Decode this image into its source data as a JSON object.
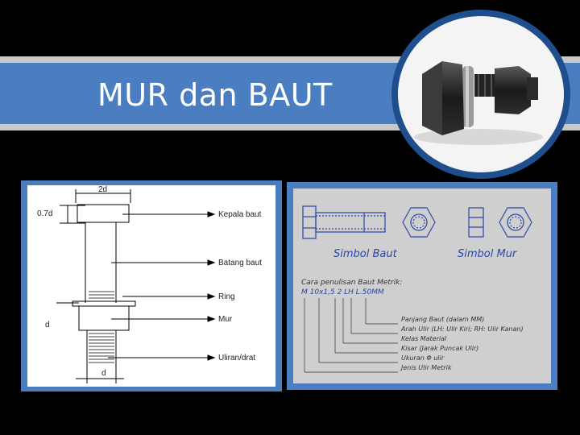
{
  "slide": {
    "title": "MUR dan BAUT"
  },
  "left_diagram": {
    "dims": {
      "top": "2d",
      "head_height": "0.7d",
      "diameter_left": "d",
      "diameter_bottom": "d"
    },
    "labels": [
      "Kepala baut",
      "Batang baut",
      "Ring",
      "Mur",
      "Uliran/drat"
    ]
  },
  "right_diagram": {
    "captions": {
      "bolt": "Simbol Baut",
      "nut": "Simbol Mur"
    },
    "notation_title": "Cara penulisan Baut Metrik:",
    "notation_code": "M 10x1,5 2 LH L.50MM",
    "legend": [
      "Panjang Baut (dalam MM)",
      "Arah Ulir (LH: Ulir Kiri; RH: Ulir Kanan)",
      "Kelas Material",
      "Kisar (Jarak Puncak Ulir)",
      "Ukuran Φ ulir",
      "Jenis Ulir Metrik"
    ]
  },
  "colors": {
    "accent": "#4a7ec0",
    "band": "#c9c9c9",
    "ring": "#1e4f8c"
  }
}
